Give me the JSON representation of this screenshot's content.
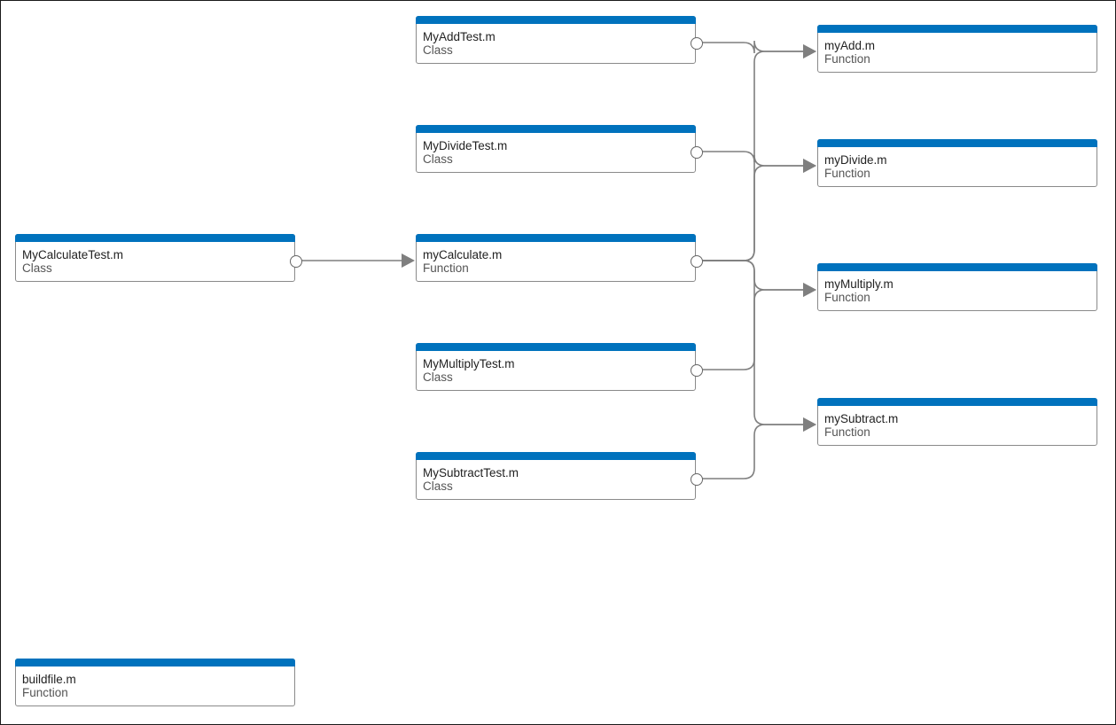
{
  "nodes": {
    "mycalculatetest": {
      "name": "MyCalculateTest.m",
      "type": "Class"
    },
    "myaddtest": {
      "name": "MyAddTest.m",
      "type": "Class"
    },
    "mydividetest": {
      "name": "MyDivideTest.m",
      "type": "Class"
    },
    "mycalculate": {
      "name": "myCalculate.m",
      "type": "Function"
    },
    "mymultiplytest": {
      "name": "MyMultiplyTest.m",
      "type": "Class"
    },
    "mysubtracttest": {
      "name": "MySubtractTest.m",
      "type": "Class"
    },
    "myadd": {
      "name": "myAdd.m",
      "type": "Function"
    },
    "mydivide": {
      "name": "myDivide.m",
      "type": "Function"
    },
    "mymultiply": {
      "name": "myMultiply.m",
      "type": "Function"
    },
    "mysubtract": {
      "name": "mySubtract.m",
      "type": "Function"
    },
    "buildfile": {
      "name": "buildfile.m",
      "type": "Function"
    }
  },
  "edges": [
    {
      "from": "mycalculatetest",
      "to": "mycalculate"
    },
    {
      "from": "myaddtest",
      "to": "myadd"
    },
    {
      "from": "mydividetest",
      "to": "mydivide"
    },
    {
      "from": "mycalculate",
      "to": "myadd"
    },
    {
      "from": "mycalculate",
      "to": "mydivide"
    },
    {
      "from": "mycalculate",
      "to": "mymultiply"
    },
    {
      "from": "mycalculate",
      "to": "mysubtract"
    },
    {
      "from": "mymultiplytest",
      "to": "mymultiply"
    },
    {
      "from": "mysubtracttest",
      "to": "mysubtract"
    }
  ],
  "colors": {
    "header_bar": "#0072bd",
    "edge": "#7f7f7f",
    "node_border": "#8a8a8a"
  }
}
